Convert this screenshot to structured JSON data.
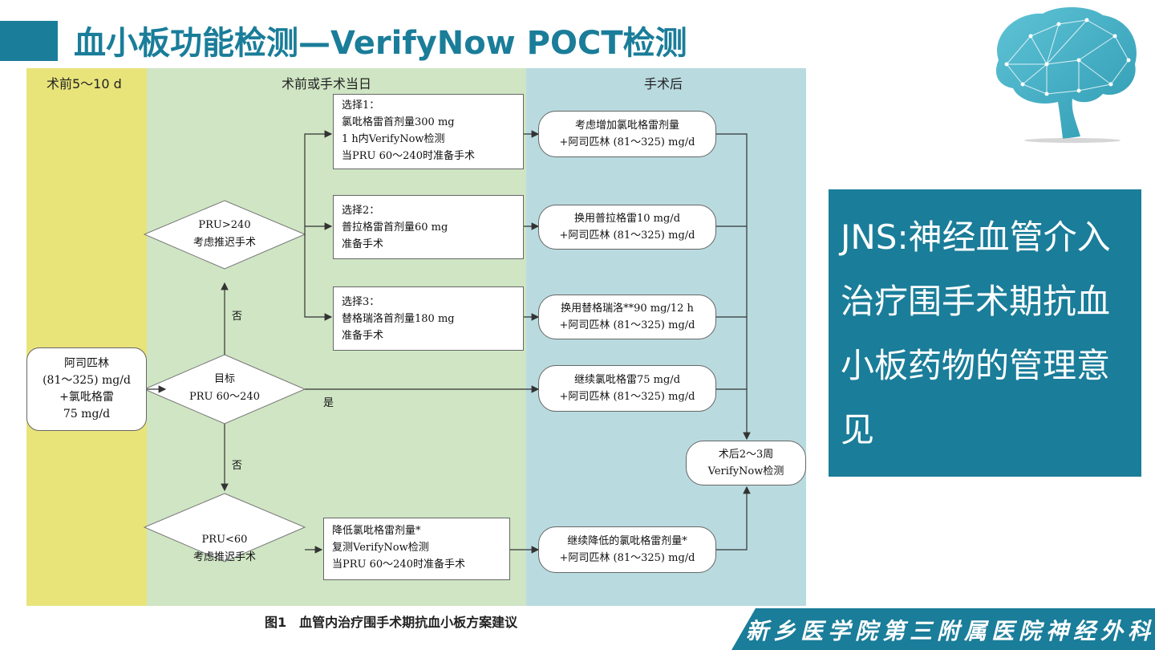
{
  "title": "血小板功能检测—VerifyNow POCT检测",
  "bands": {
    "pre": "术前5～10 d",
    "day": "术前或手术当日",
    "post": "手术后"
  },
  "start_box": [
    "阿司匹林",
    "(81～325) mg/d",
    "+氯吡格雷",
    "75 mg/d"
  ],
  "diamond_high": [
    "PRU>240",
    "考虑推迟手术"
  ],
  "diamond_target": [
    "目标",
    "PRU 60～240"
  ],
  "diamond_low": [
    "PRU<60",
    "考虑推迟手术"
  ],
  "no_label": "否",
  "yes_label": "是",
  "option1": [
    "选择1：",
    "氯吡格雷首剂量300 mg",
    "1 h内VerifyNow检测",
    "当PRU 60～240时准备手术"
  ],
  "option2": [
    "选择2：",
    "普拉格雷首剂量60 mg",
    "准备手术"
  ],
  "option3": [
    "选择3：",
    "替格瑞洛首剂量180 mg",
    "准备手术"
  ],
  "low_box": [
    "降低氯吡格雷剂量*",
    "复测VerifyNow检测",
    "当PRU 60～240时准备手术"
  ],
  "post1": [
    "考虑增加氯吡格雷剂量",
    "+阿司匹林 (81～325) mg/d"
  ],
  "post2": [
    "换用普拉格雷10 mg/d",
    "+阿司匹林 (81～325) mg/d"
  ],
  "post3": [
    "换用替格瑞洛**90 mg/12 h",
    "+阿司匹林 (81～325) mg/d"
  ],
  "post4": [
    "继续氯吡格雷75 mg/d",
    "+阿司匹林 (81～325) mg/d"
  ],
  "post5": [
    "继续降低的氯吡格雷剂量*",
    "+阿司匹林 (81～325) mg/d"
  ],
  "final": [
    "术后2～3周",
    "VerifyNow检测"
  ],
  "caption": {
    "num": "图1",
    "text": "血管内治疗围手术期抗血小板方案建议"
  },
  "side_panel": "JNS:神经血管介入治疗围手术期抗血小板药物的管理意见",
  "footer": "新乡医学院第三附属医院神经外科",
  "colors": {
    "accent": "#1a7d99",
    "band_pre": "#e8e47a",
    "band_day": "#cfe5c4",
    "band_post": "#b9dbe0"
  }
}
